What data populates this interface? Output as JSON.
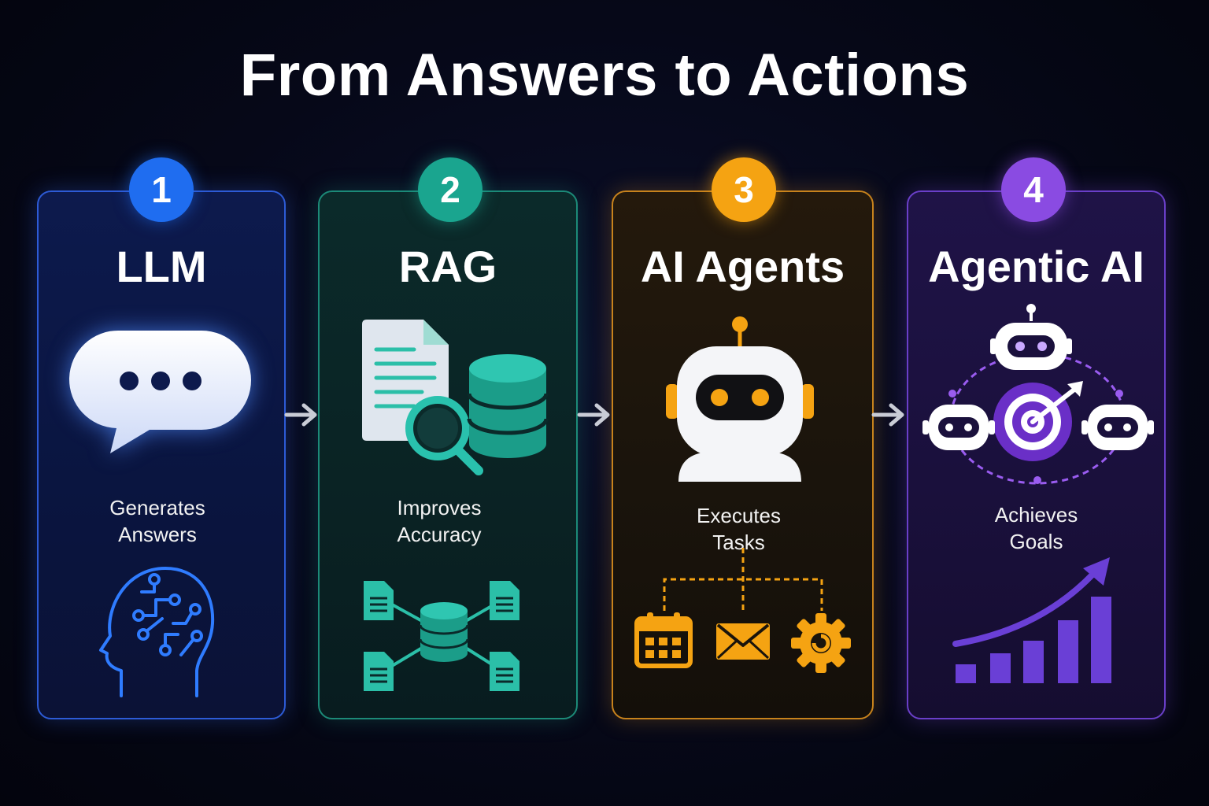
{
  "title": "From Answers to Actions",
  "stages": [
    {
      "number": "1",
      "name": "LLM",
      "caption_line1": "Generates",
      "caption_line2": "Answers",
      "color": "#1f6df0"
    },
    {
      "number": "2",
      "name": "RAG",
      "caption_line1": "Improves",
      "caption_line2": "Accuracy",
      "color": "#1aa58f"
    },
    {
      "number": "3",
      "name": "AI Agents",
      "caption_line1": "Executes",
      "caption_line2": "Tasks",
      "color": "#f5a312"
    },
    {
      "number": "4",
      "name": "Agentic AI",
      "caption_line1": "Achieves",
      "caption_line2": "Goals",
      "color": "#8a4be2"
    }
  ],
  "icons": {
    "stage1": [
      "chat-bubble-icon",
      "brain-circuit-icon"
    ],
    "stage2": [
      "document-search-icon",
      "database-icon",
      "document-network-icon"
    ],
    "stage3": [
      "robot-icon",
      "calendar-icon",
      "mail-icon",
      "gear-icon"
    ],
    "stage4": [
      "multi-robot-target-icon",
      "growth-chart-icon"
    ],
    "connectors": "arrow-right-icon"
  }
}
